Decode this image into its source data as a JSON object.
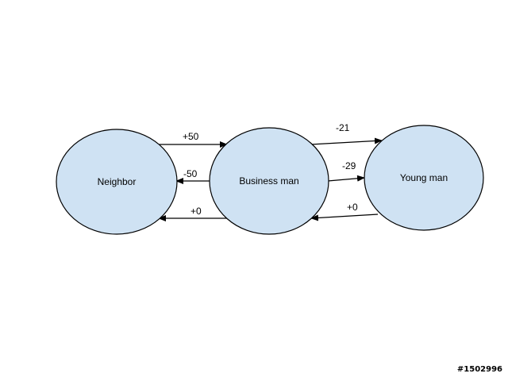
{
  "diagram": {
    "colors": {
      "node_fill": "#cfe2f3",
      "node_stroke": "#000000",
      "edge": "#000000"
    },
    "nodes": {
      "neighbor": "Neighbor",
      "business_man": "Business man",
      "young_man": "Young man"
    },
    "edges": {
      "neighbor_to_business": "+50",
      "business_to_neighbor_mid": "-50",
      "business_to_neighbor_low": "+0",
      "business_to_young_top": "-21",
      "business_to_young_mid": "-29",
      "young_to_business_low": "+0"
    }
  },
  "watermark": "#1502996"
}
